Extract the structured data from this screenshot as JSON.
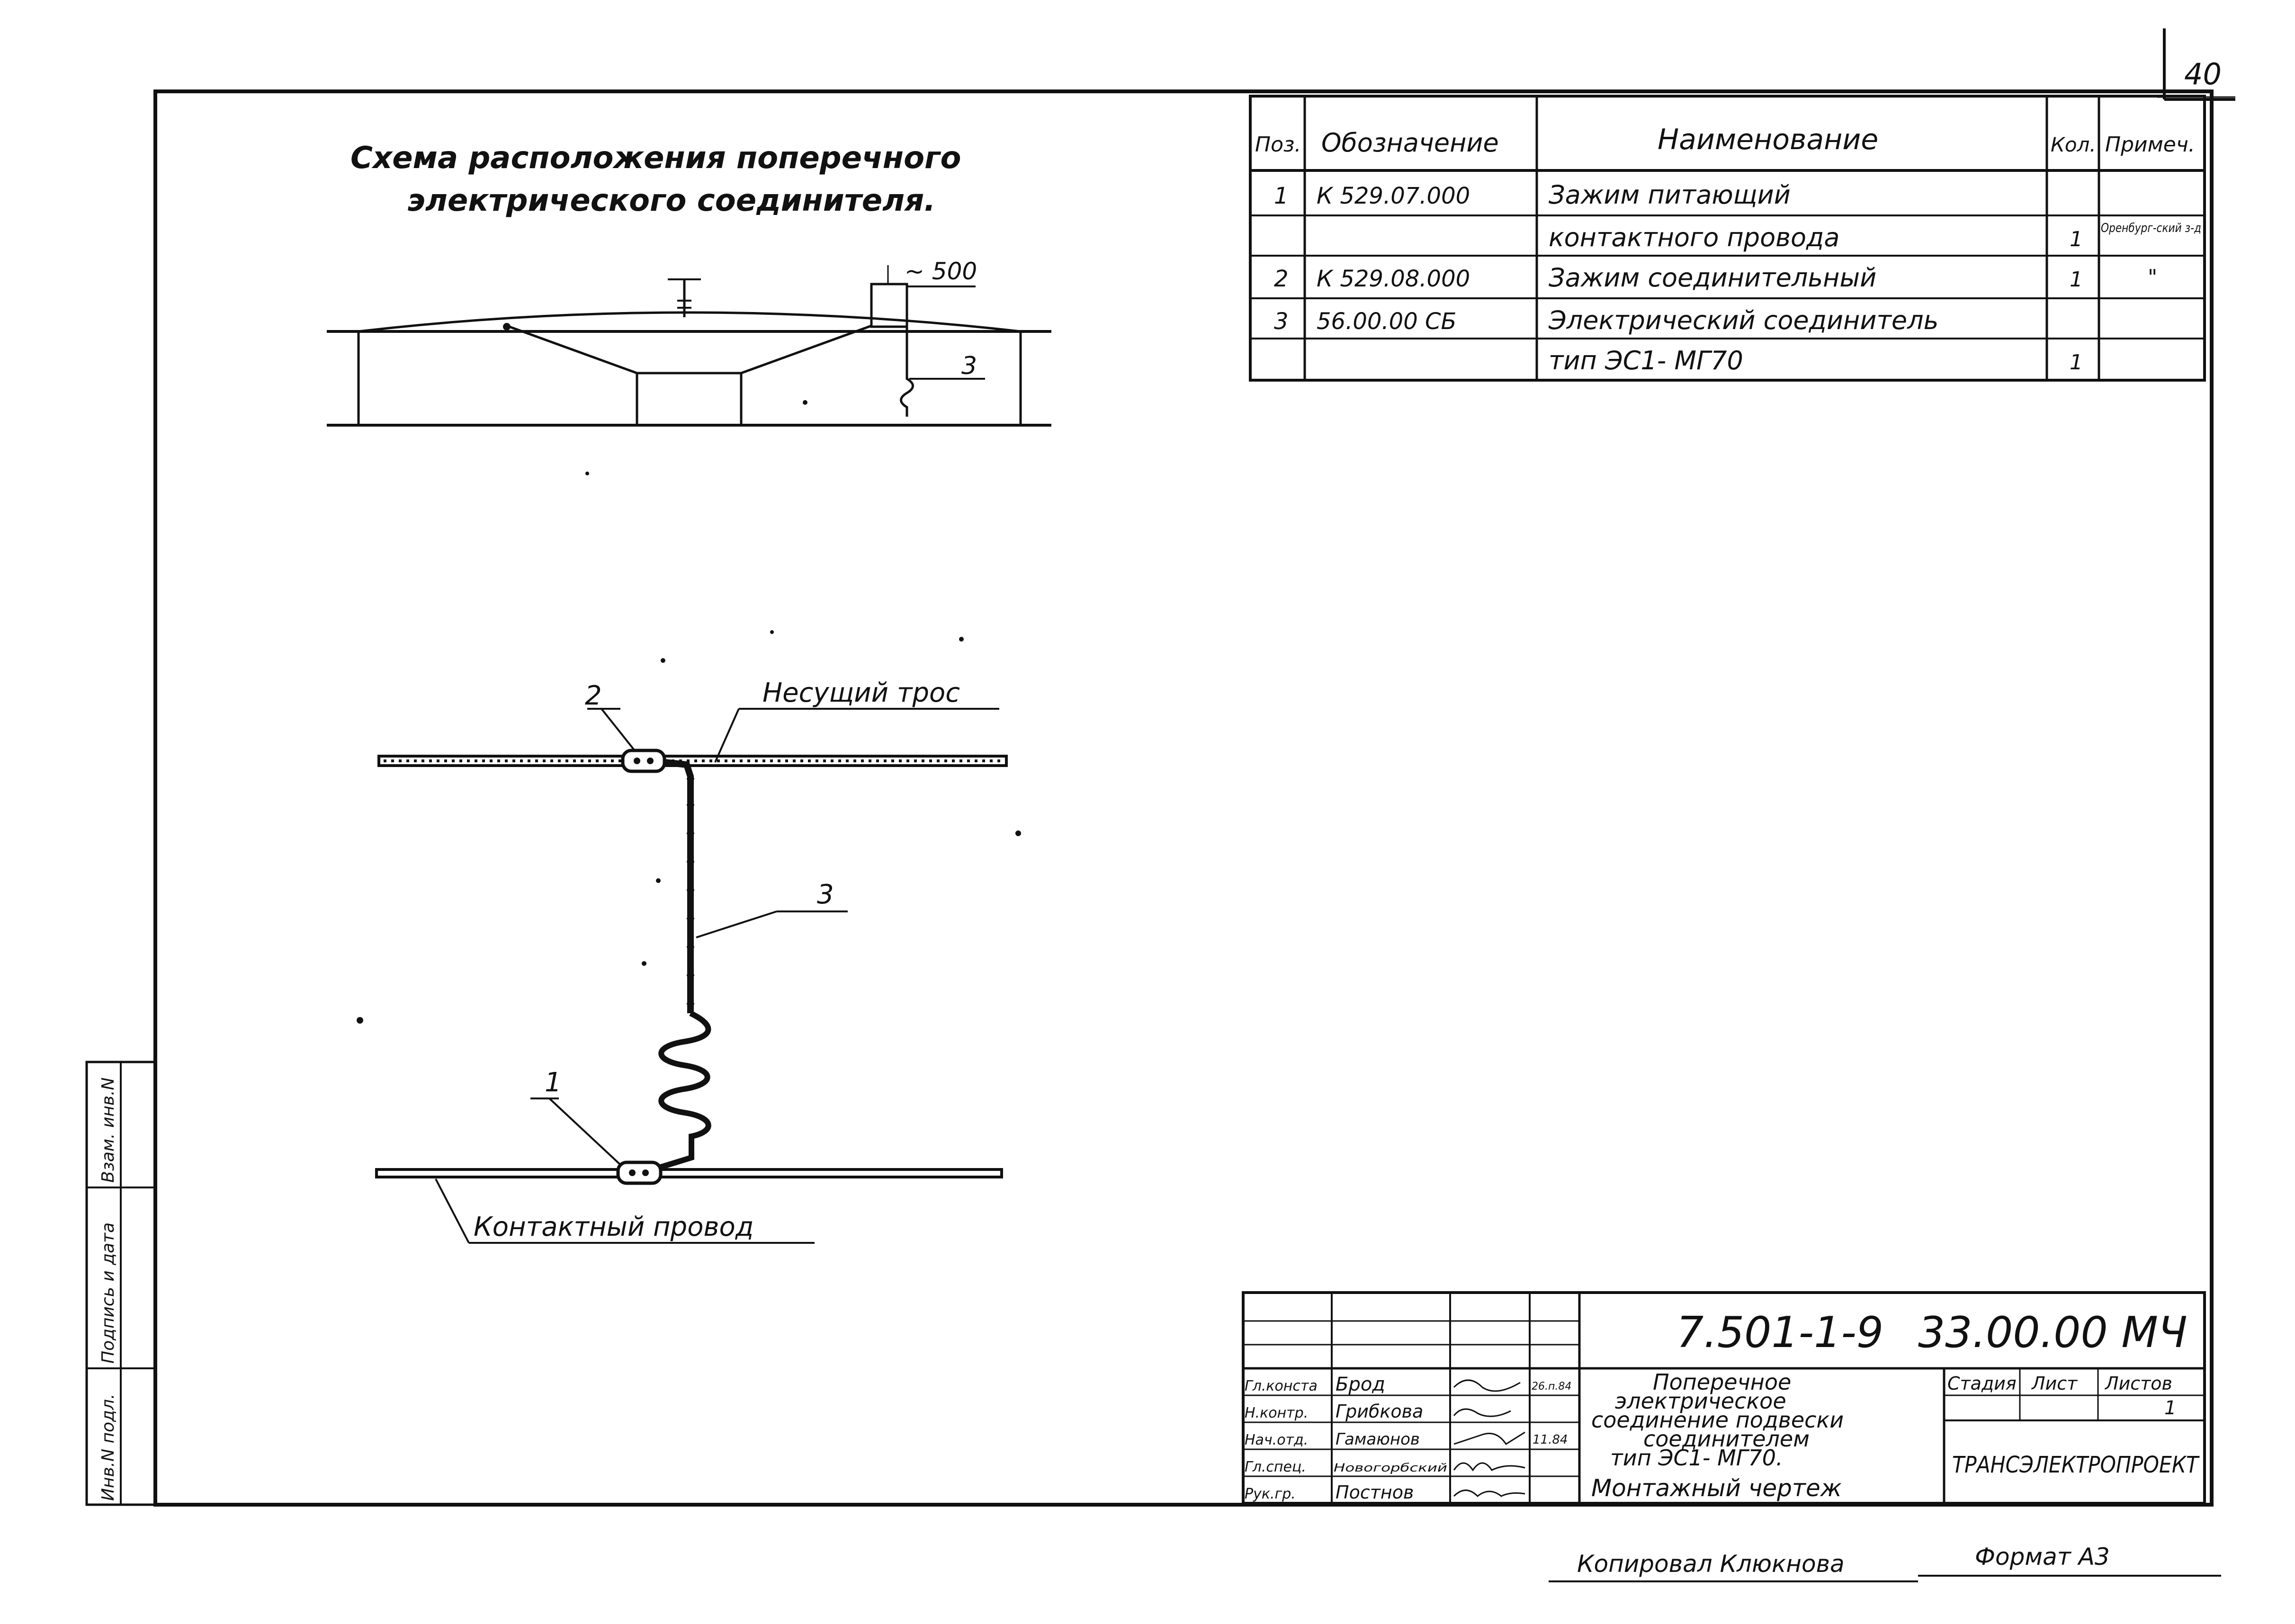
{
  "sheet_number": "40",
  "scheme": {
    "title_line1": "Схема расположения поперечного",
    "title_line2": "электрического соединителя.",
    "dimension": "~ 500",
    "pos_label": "3"
  },
  "detail": {
    "carrier_cable": "Несущий трос",
    "contact_wire": "Контактный провод",
    "pos_1": "1",
    "pos_2": "2",
    "pos_3": "3"
  },
  "spec_table": {
    "headers": [
      "Поз.",
      "Обозначение",
      "Наименование",
      "Кол.",
      "Примеч."
    ],
    "rows": [
      [
        "1",
        "К 529.07.000",
        "Зажим питающий",
        "",
        ""
      ],
      [
        "",
        "",
        "контактного провода",
        "1",
        "Оренбург-ский з-д"
      ],
      [
        "2",
        "К 529.08.000",
        "Зажим соединительный",
        "1",
        "\""
      ],
      [
        "3",
        "56.00.00 СБ",
        "Электрический соединитель",
        "",
        ""
      ],
      [
        "",
        "",
        "тип ЭС1- МГ70",
        "1",
        ""
      ]
    ]
  },
  "side_stamp": [
    "Инв.N подл.",
    "Подпись и дата",
    "Взам. инв.N"
  ],
  "title_block": {
    "code_left": "7.501-1-9",
    "code_right": "33.00.00 МЧ",
    "signatures": [
      {
        "role": "Гл.конста",
        "name": "Брод",
        "date": "26.п.84"
      },
      {
        "role": "Н.контр.",
        "name": "Грибкова",
        "date": ""
      },
      {
        "role": "Нач.отд.",
        "name": "Гамаюнов",
        "date": "11.84"
      },
      {
        "role": "Гл.спец.",
        "name": "Новогорбский",
        "date": ""
      },
      {
        "role": "Рук.гр.",
        "name": "Постнов",
        "date": ""
      }
    ],
    "description": [
      "Поперечное",
      "электрическое",
      "соединение подвески",
      "соединителем",
      "тип ЭС1- МГ70.",
      "Монтажный чертеж"
    ],
    "stage_header": "Стадия",
    "sheet_header": "Лист",
    "sheets_header": "Листов",
    "sheets_value": "1",
    "organization": "ТРАНСЭЛЕКТРОПРОЕКТ"
  },
  "footer": {
    "copied_by": "Копировал Клюкнова",
    "format": "Формат А3"
  }
}
